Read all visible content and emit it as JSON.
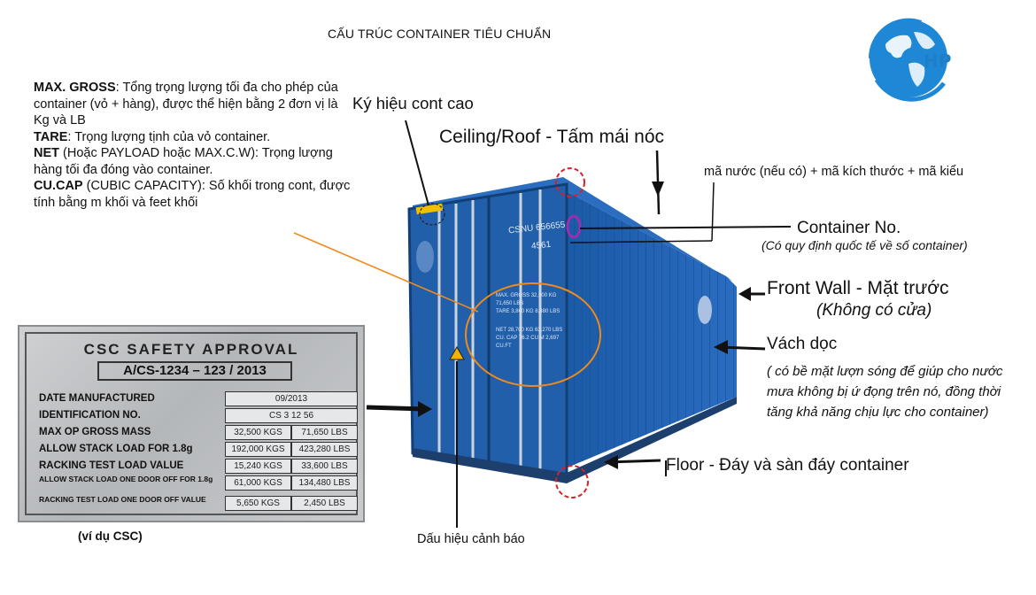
{
  "title": "CẤU TRÚC CONTAINER TIÊU CHUẨN",
  "logo": {
    "text": "HP",
    "color": "#1e88d6"
  },
  "definitions": [
    {
      "term": "MAX. GROSS",
      "text": ": Tổng trọng lượng tối đa cho phép của container (vỏ + hàng), được thể hiện bằng 2 đơn vị là Kg và LB"
    },
    {
      "term": "TARE",
      "text": ": Trọng lượng tịnh của vỏ container."
    },
    {
      "term": "NET",
      "text": " (Hoặc PAYLOAD hoặc MAX.C.W): Trọng lượng hàng tối đa đóng vào container."
    },
    {
      "term": "CU.CAP",
      "text": " (CUBIC CAPACITY): Số khối trong cont, được tính bằng m khối và feet khối"
    }
  ],
  "labels": {
    "high_cube_mark": "Ký hiệu cont cao",
    "roof": "Ceiling/Roof - Tấm mái nóc",
    "code_note": "mã nước (nếu có) + mã kích thước + mã kiểu",
    "container_no": "Container No.",
    "container_no_note": "(Có quy định quốc tế về số container)",
    "front_wall": "Front Wall - Mặt trước",
    "front_wall_note": "(Không có cửa)",
    "side_wall": "Vách dọc",
    "side_wall_note": "( có bề mặt lượn sóng để giúp cho nước mưa không bị ứ đọng trên nó, đồng thời tăng khả năng chịu lực cho container)",
    "floor": "Floor - Đáy và sàn đáy container",
    "warning": "Dấu hiệu cảnh báo",
    "csc_example": "(ví dụ CSC)"
  },
  "container": {
    "body_color": "#1f5ea8",
    "door_prefix": "CSNU",
    "door_number": "656655",
    "door_code": "4561",
    "door_panel": {
      "rows": [
        {
          "label": "MAX. GROSS",
          "v1": "32,500 KG",
          "v2": "71,650 LBS"
        },
        {
          "label": "TARE",
          "v1": "3,800 KG",
          "v2": "8,380 LBS"
        },
        {
          "label": "NET",
          "v1": "28,700 KG",
          "v2": "63,270 LBS"
        },
        {
          "label": "CU. CAP",
          "v1": "76.2 CU.M",
          "v2": "2,697 CU.FT"
        }
      ]
    }
  },
  "csc": {
    "title": "CSC SAFETY APPROVAL",
    "code": "A/CS-1234 – 123 / 2013",
    "rows": [
      {
        "label": "DATE MANUFACTURED",
        "v1": "09/2013",
        "v2": ""
      },
      {
        "label": "IDENTIFICATION NO.",
        "v1": "CS    3 12   56",
        "v2": ""
      },
      {
        "label": "MAX OP GROSS MASS",
        "v1": "32,500 KGS",
        "v2": "71,650 LBS"
      },
      {
        "label": "ALLOW STACK LOAD FOR 1.8g",
        "v1": "192,000 KGS",
        "v2": "423,280 LBS"
      },
      {
        "label": "RACKING TEST LOAD VALUE",
        "v1": "15,240 KGS",
        "v2": "33,600 LBS"
      },
      {
        "label": "ALLOW STACK LOAD ONE DOOR OFF FOR 1.8g",
        "v1": "61,000 KGS",
        "v2": "134,480 LBS"
      },
      {
        "label": "RACKING TEST LOAD ONE DOOR OFF VALUE",
        "v1": "5,650 KGS",
        "v2": "2,450 LBS"
      }
    ]
  }
}
